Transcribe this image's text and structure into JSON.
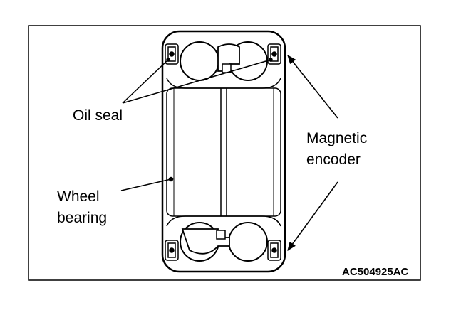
{
  "labels": {
    "oil_seal": "Oil seal",
    "magnetic_encoder_line1": "Magnetic",
    "magnetic_encoder_line2": "encoder",
    "wheel_bearing_line1": "Wheel",
    "wheel_bearing_line2": "bearing"
  },
  "figure_code": "AC504925AC",
  "colors": {
    "ink": "#000000",
    "paper": "#ffffff"
  }
}
